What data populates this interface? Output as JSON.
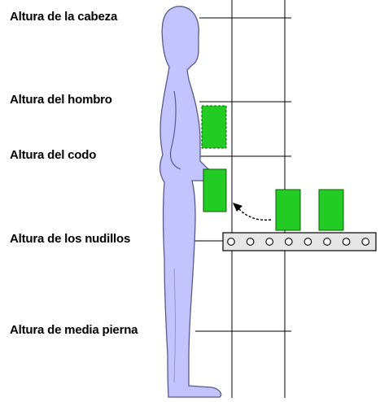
{
  "labels": {
    "head": "Altura de la cabeza",
    "shoulder": "Altura del hombro",
    "elbow": "Altura del codo",
    "knuckles": "Altura de los nudillos",
    "midleg": "Altura de media pierna"
  },
  "colors": {
    "figure_fill": "#c3c3ff",
    "figure_stroke": "#5a5a8a",
    "box_fill": "#22cc22",
    "box_stroke": "#0b5e0b",
    "grid_line": "#000000",
    "conveyor_fill": "#e6e6e6"
  },
  "conveyor": {
    "roller_count": 8
  }
}
